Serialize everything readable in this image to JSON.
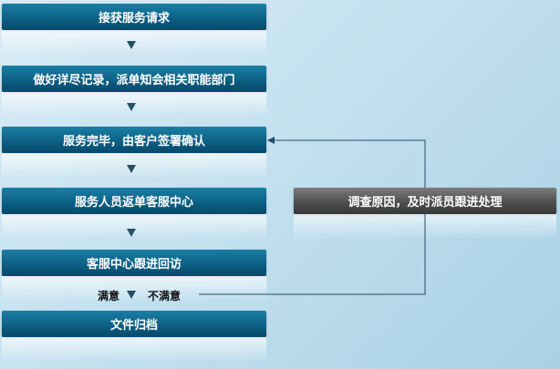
{
  "steps": [
    {
      "label": "接获服务请求"
    },
    {
      "label": "做好详尽记录，派单知会相关职能部门"
    },
    {
      "label": "服务完毕，由客户签署确认"
    },
    {
      "label": "服务人员返单客服中心"
    },
    {
      "label": "客服中心跟进回访"
    },
    {
      "label": "文件归档"
    }
  ],
  "side_step": {
    "label": "调查原因，及时派员跟进处理"
  },
  "branch": {
    "satisfied": "满意",
    "unsatisfied": "不满意"
  },
  "colors": {
    "step": "#0d6185",
    "side_step": "#4f4f4f",
    "connector": "#1f4f66"
  }
}
